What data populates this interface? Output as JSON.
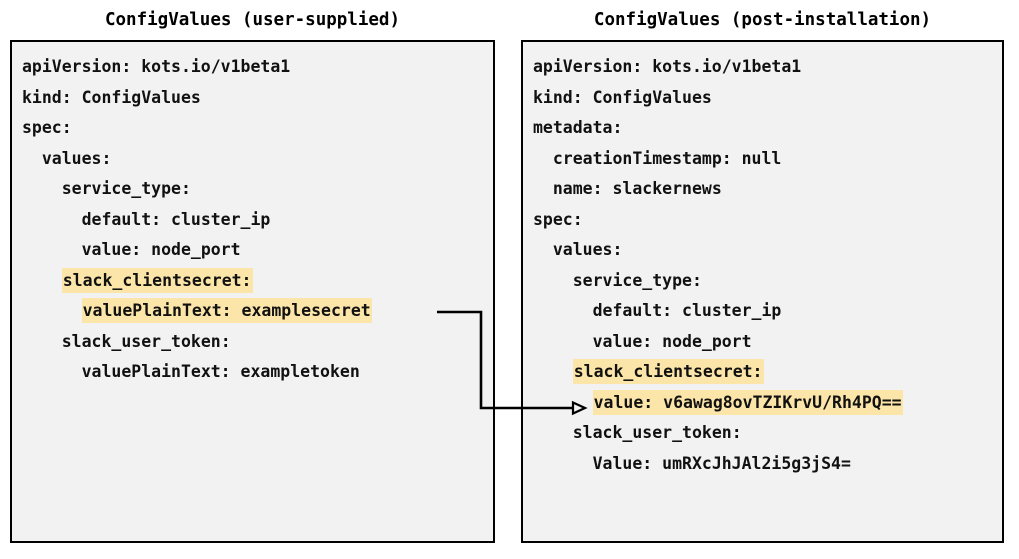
{
  "panels": {
    "left": {
      "title": "ConfigValues (user-supplied)",
      "lines": [
        {
          "text": "apiVersion: kots.io/v1beta1",
          "highlight": false
        },
        {
          "text": "kind: ConfigValues",
          "highlight": false
        },
        {
          "text": "spec:",
          "highlight": false
        },
        {
          "text": "  values:",
          "highlight": false
        },
        {
          "text": "    service_type:",
          "highlight": false
        },
        {
          "text": "      default: cluster_ip",
          "highlight": false
        },
        {
          "text": "      value: node_port",
          "highlight": false
        },
        {
          "text": "    slack_clientsecret:",
          "highlight": true
        },
        {
          "text": "      valuePlainText: examplesecret",
          "highlight": true
        },
        {
          "text": "    slack_user_token:",
          "highlight": false
        },
        {
          "text": "      valuePlainText: exampletoken",
          "highlight": false
        }
      ]
    },
    "right": {
      "title": "ConfigValues (post-installation)",
      "lines": [
        {
          "text": "apiVersion: kots.io/v1beta1",
          "highlight": false
        },
        {
          "text": "kind: ConfigValues",
          "highlight": false
        },
        {
          "text": "metadata:",
          "highlight": false
        },
        {
          "text": "  creationTimestamp: null",
          "highlight": false
        },
        {
          "text": "  name: slackernews",
          "highlight": false
        },
        {
          "text": "spec:",
          "highlight": false
        },
        {
          "text": "  values:",
          "highlight": false
        },
        {
          "text": "    service_type:",
          "highlight": false
        },
        {
          "text": "      default: cluster_ip",
          "highlight": false
        },
        {
          "text": "      value: node_port",
          "highlight": false
        },
        {
          "text": "    slack_clientsecret:",
          "highlight": true
        },
        {
          "text": "      value: v6awag8ovTZIKrvU/Rh4PQ==",
          "highlight": true
        },
        {
          "text": "    slack_user_token:",
          "highlight": false
        },
        {
          "text": "      Value: umRXcJhJAl2i5g3jS4=",
          "highlight": false
        }
      ]
    }
  },
  "connector": {
    "label": "secret-transform-arrow",
    "color": "#000000"
  },
  "colors": {
    "highlight": "#fce5a8",
    "panel_background": "#f2f2f2",
    "panel_border": "#000000",
    "text": "#111111"
  }
}
